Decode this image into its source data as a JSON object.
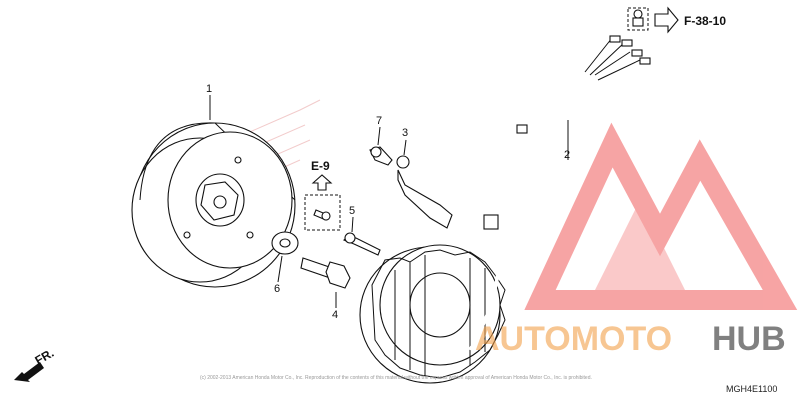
{
  "callouts": {
    "c1": "1",
    "c2": "2",
    "c3": "3",
    "c4": "4",
    "c5": "5",
    "c6": "6",
    "c7": "7"
  },
  "refs": {
    "e9": "E-9",
    "f3810": "F-38-10",
    "fr": "FR."
  },
  "diagram_code": "MGH4E1100",
  "copyright": "(c) 2002-2013 American Honda Motor Co., Inc. Reproduction of the contents of this material without the express written approval of American Honda Motor Co., Inc. is prohibited.",
  "watermark": {
    "part1": "AUTOMOTO",
    "part2": "HUB",
    "colors": {
      "triangle": "#f05a5a",
      "text1": "#f2a04a",
      "text2": "#555555"
    }
  }
}
